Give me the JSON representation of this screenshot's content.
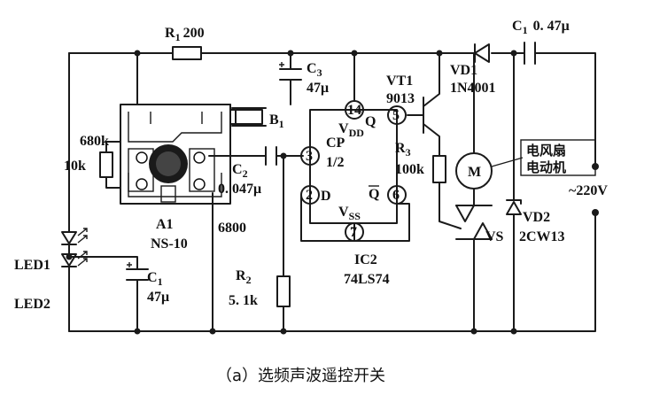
{
  "caption": "（a）选频声波遥控开关",
  "labels": {
    "r1": "R",
    "r1_sub": "1",
    "r1_val": "200",
    "c3": "C",
    "c3_sub": "3",
    "c3_val": "47μ",
    "b1": "B",
    "b1_sub": "1",
    "r680": "680k",
    "r10": "10k",
    "c2": "C",
    "c2_sub": "2",
    "c2_val": "0. 047μ",
    "a1": "A1",
    "a1_type": "NS-10",
    "r6800": "6800",
    "led1": "LED1",
    "led2": "LED2",
    "c1a": "C",
    "c1a_sub": "1",
    "c1a_val": "47μ",
    "r2": "R",
    "r2_sub": "2",
    "r2_val": "5. 1k",
    "ic2": "IC2",
    "ic2_type": "74LS74",
    "pin14": "14",
    "pin5": "5",
    "pin3": "3",
    "pin2": "2",
    "pin6": "6",
    "pin7": "7",
    "vdd": "V",
    "vdd_sub": "DD",
    "vss": "V",
    "vss_sub": "SS",
    "q": "Q",
    "qbar": "Q",
    "cp": "CP",
    "half": "1/2",
    "d": "D",
    "vt1": "VT1",
    "vt1_type": "9013",
    "r3": "R",
    "r3_sub": "3",
    "r3_val": "100k",
    "motor": "M",
    "motor_desc_1": "电风扇",
    "motor_desc_2": "电动机",
    "vd1": "VD1",
    "vd1_type": "1N4001",
    "c1b": "C",
    "c1b_sub": "1",
    "c1b_val": "0. 47μ",
    "vs": "VS",
    "vd2": "VD2",
    "vd2_type": "2CW13",
    "mains": "~220V"
  }
}
